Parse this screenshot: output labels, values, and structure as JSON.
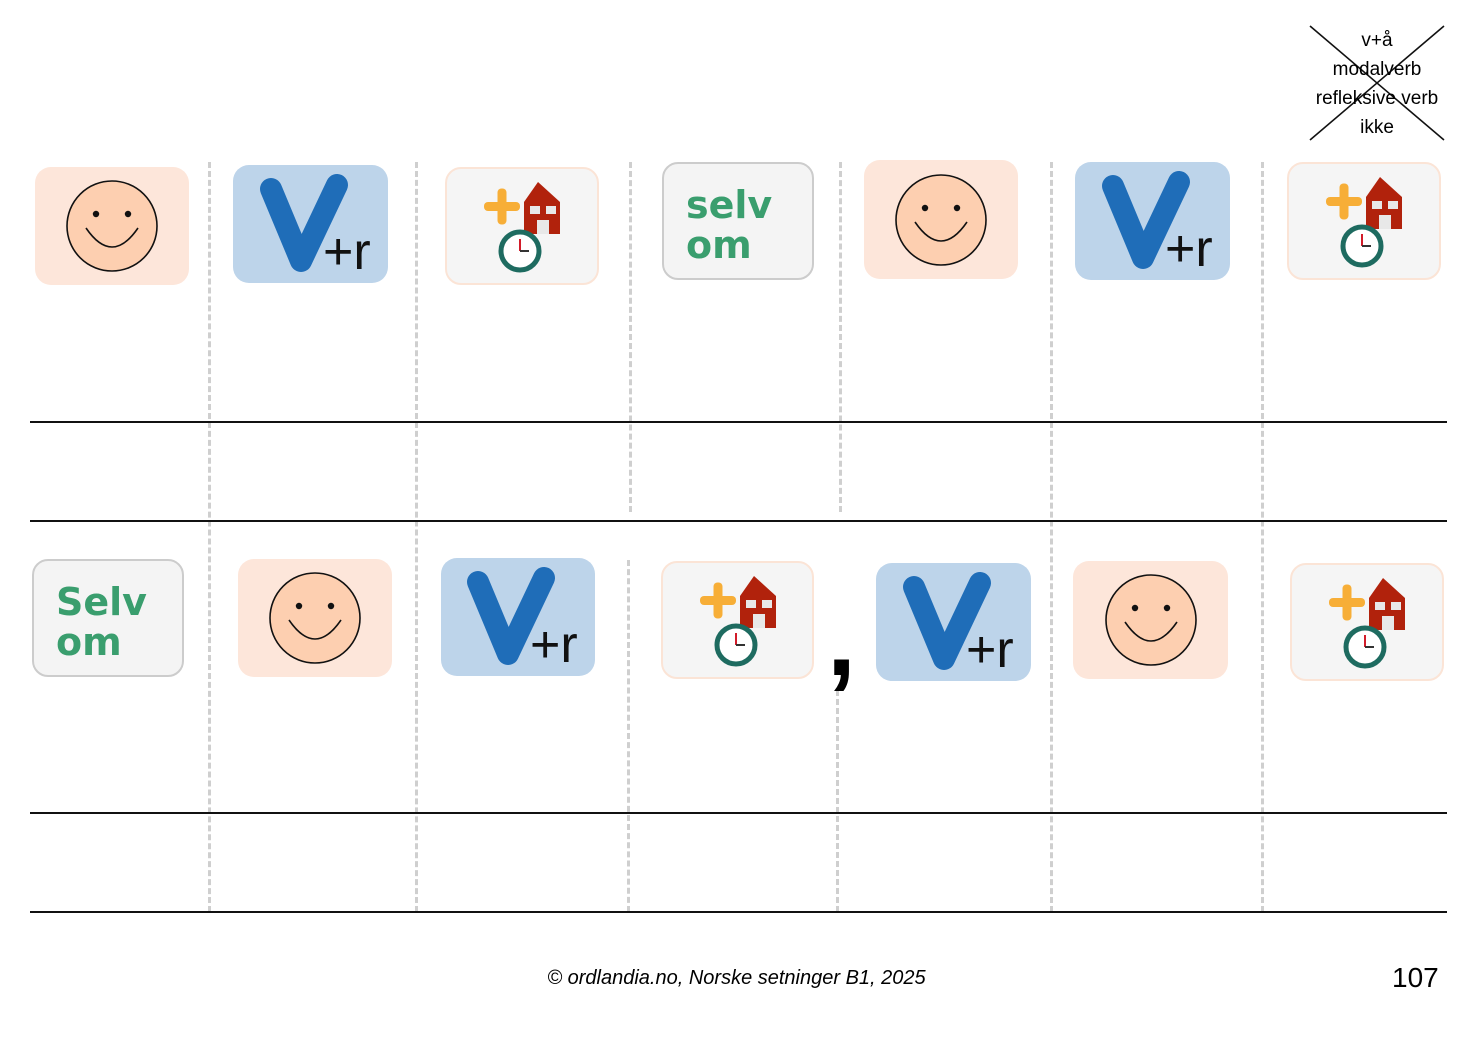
{
  "crossed_box": {
    "lines": [
      "v+å",
      "modalverb",
      "refleksive verb",
      "ikke"
    ]
  },
  "cards": {
    "verb_symbol": "V",
    "verb_suffix": "+r",
    "conj_line1": "selv",
    "conj_line2": "om",
    "conj_line1_cap": "Selv"
  },
  "row2": {
    "comma": ","
  },
  "icons": {
    "subject": "smiley-face-icon",
    "verb": "verb-v-plus-r-icon",
    "adverbial": "plus-house-clock-icon",
    "conjunction": "selv-om-label"
  },
  "colors": {
    "subject_bg": "#fde6da",
    "verb_bg": "#bdd4ea",
    "verb_letter": "#1f6db8",
    "conj_text": "#3a9e6e",
    "plus": "#f7ae37",
    "house": "#b1220c",
    "clock": "#1e6b60"
  },
  "footer": {
    "copyright": "© ordlandia.no, Norske setninger B1, 2025",
    "page_number": "107"
  }
}
